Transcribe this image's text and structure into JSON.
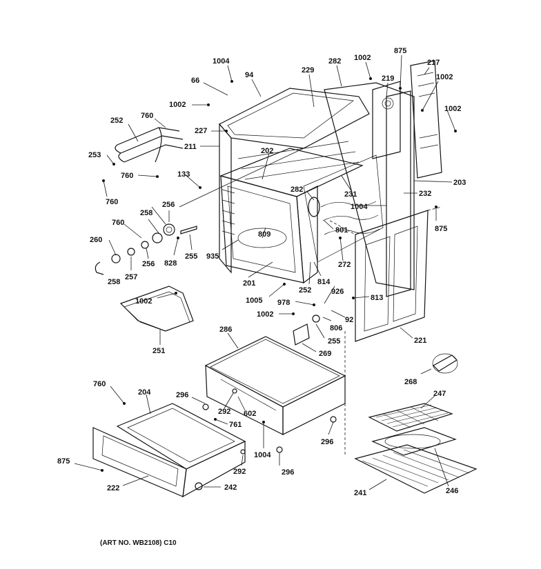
{
  "caption": "(ART NO. WB2108) C10",
  "labels": {
    "l1004a": "1004",
    "l94": "94",
    "l229": "229",
    "l282a": "282",
    "l1002a": "1002",
    "l875a": "875",
    "l219": "219",
    "l217": "217",
    "l1002b": "1002",
    "l66": "66",
    "l1002c": "1002",
    "l1002d": "1002",
    "l760a": "760",
    "l252a": "252",
    "l227": "227",
    "l211": "211",
    "l202": "202",
    "l253": "253",
    "l760b": "760",
    "l133": "133",
    "l760c": "760",
    "l203": "203",
    "l282b": "282",
    "l231": "231",
    "l232": "232",
    "l1004b": "1004",
    "l875b": "875",
    "l256a": "256",
    "l258a": "258",
    "l760d": "760",
    "l801": "801",
    "l809": "809",
    "l260": "260",
    "l828": "828",
    "l255a": "255",
    "l256b": "256",
    "l935": "935",
    "l272": "272",
    "l258b": "258",
    "l257": "257",
    "l201": "201",
    "l252b": "252",
    "l814": "814",
    "l926": "926",
    "l813": "813",
    "l1002e": "1002",
    "l1005": "1005",
    "l978": "978",
    "l1002f": "1002",
    "l806": "806",
    "l92": "92",
    "l255b": "255",
    "l221": "221",
    "l251": "251",
    "l286": "286",
    "l269": "269",
    "l268": "268",
    "l760e": "760",
    "l204": "204",
    "l296a": "296",
    "l292a": "292",
    "l602": "602",
    "l761": "761",
    "l247": "247",
    "l296b": "296",
    "l1004c": "1004",
    "l875c": "875",
    "l292b": "292",
    "l296c": "296",
    "l222": "222",
    "l242": "242",
    "l241": "241",
    "l246": "246"
  }
}
